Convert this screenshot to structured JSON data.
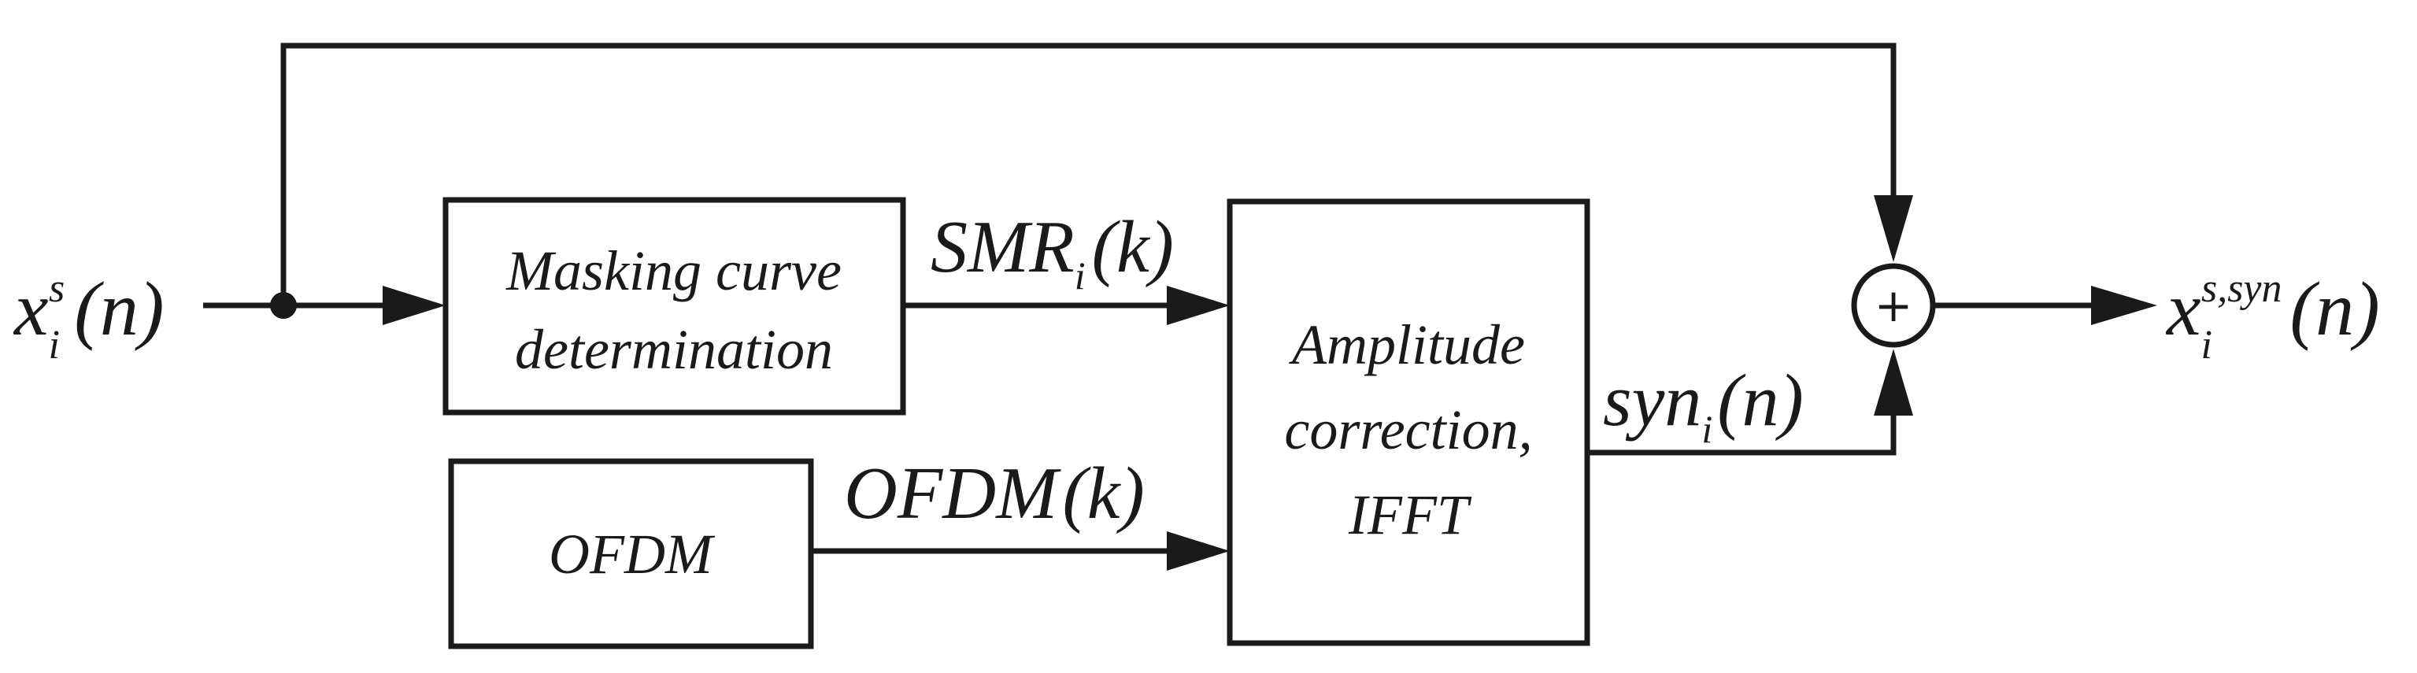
{
  "blocks": {
    "masking": {
      "line1": "Masking curve",
      "line2": "determination"
    },
    "ofdm": {
      "label": "OFDM"
    },
    "amplitude": {
      "line1": "Amplitude",
      "line2": "correction,",
      "line3": "IFFT"
    }
  },
  "signals": {
    "input": {
      "base": "x",
      "sub": "i",
      "sup": "s",
      "arg": "(n)"
    },
    "smr": {
      "base": "SMR",
      "sub": "i",
      "arg": "(k)"
    },
    "ofdm": {
      "base": "OFDM",
      "arg": "(k)"
    },
    "syn": {
      "base": "syn",
      "sub": "i",
      "arg": "(n)"
    },
    "output": {
      "base": "x",
      "sub": "i",
      "sup": "s,syn",
      "arg": "(n)"
    }
  },
  "summer": {
    "symbol": "+"
  }
}
